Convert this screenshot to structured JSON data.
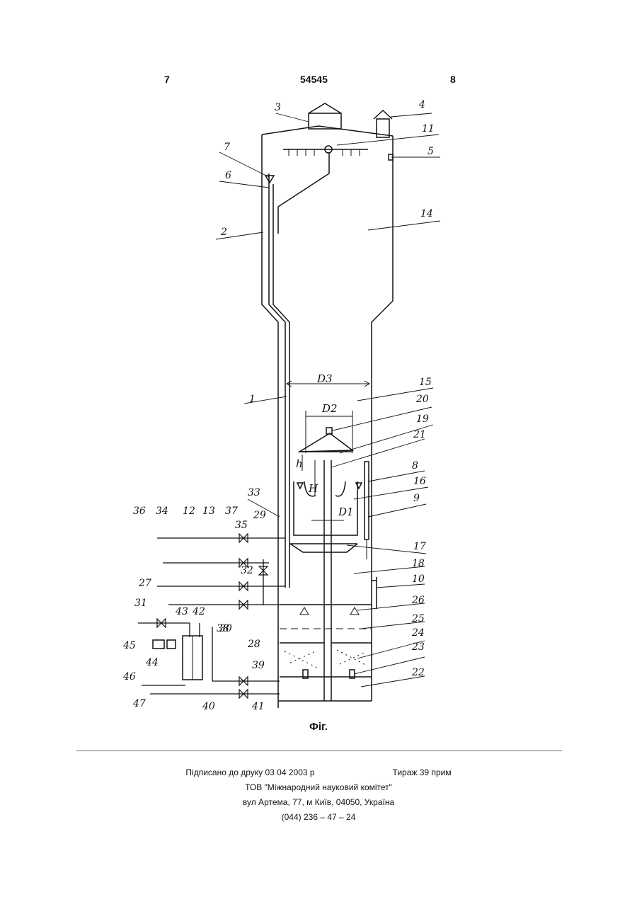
{
  "header": {
    "page_left": "7",
    "patent_number": "54545",
    "page_right": "8"
  },
  "figure": {
    "caption": "Фіг.",
    "dimensions": [
      "D3",
      "D2",
      "D1",
      "h",
      "H"
    ],
    "labels": [
      "1",
      "2",
      "3",
      "4",
      "5",
      "6",
      "7",
      "8",
      "9",
      "10",
      "11",
      "12",
      "13",
      "14",
      "15",
      "16",
      "17",
      "18",
      "19",
      "20",
      "21",
      "22",
      "23",
      "24",
      "25",
      "26",
      "27",
      "28",
      "29",
      "30",
      "31",
      "32",
      "33",
      "34",
      "35",
      "36",
      "37",
      "38",
      "39",
      "40",
      "41",
      "42",
      "43",
      "44",
      "45",
      "46",
      "47"
    ]
  },
  "footer": {
    "signed": "Підписано до друку 03 04 2003 р",
    "print_run": "Тираж 39 прим",
    "company": "ТОВ \"Міжнародний науковий комітет\"",
    "address": "вул Артема, 77, м Київ, 04050, Україна",
    "phone": "(044) 236 – 47 – 24"
  }
}
